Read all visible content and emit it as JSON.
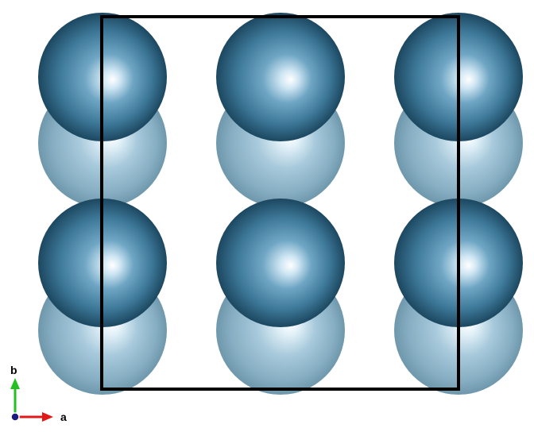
{
  "structure_view": {
    "atom_color": "#4a89aa",
    "atom_highlight": "#ffffff",
    "atom_shadow": "#1c4760",
    "cell_edge_color": "#000000",
    "columns": 3,
    "front_layer_rows": 2,
    "back_layer_rows": 2,
    "back_layer_opacity": 0.75
  },
  "axes": {
    "a_label": "a",
    "b_label": "b",
    "a_color": "#e01818",
    "b_color": "#22c022",
    "c_color": "#1a1a80"
  }
}
